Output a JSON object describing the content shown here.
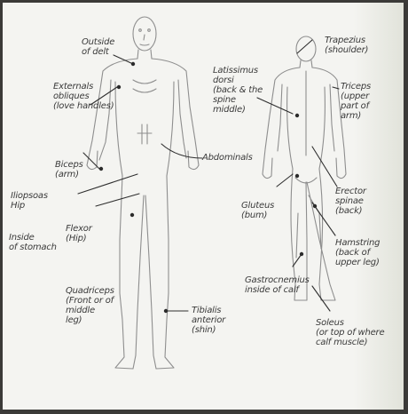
{
  "labels": {
    "outside_of_delt": "Outside\nof delt",
    "externals": "Externals\nobliques\n(love handles)",
    "biceps": "Biceps\n(arm)",
    "iliopsoas": "Iliopsoas\nHip",
    "inside_of_stomach": "Inside\nof stomach",
    "flexor_hip": "Flexor\n(Hip)",
    "quadriceps": "Quadriceps\n(Front or of\nmiddle\nleg)",
    "tibialis": "Tibialis\nanterior\n(shin)",
    "abdominals": "Abdominals",
    "trapezius": "Trapezius\n(shoulder)",
    "latissimus": "Latissimus\ndorsi\n(back & the\nspine\nmiddle)",
    "triceps": "Triceps\n(upper\npart of\narm)",
    "gluteus": "Gluteus\n(bum)",
    "erector": "Erector\nspinae\n(back)",
    "hamstring": "Hamstring\n(back of\nupper leg)",
    "gastrocnemius": "Gastrocnemius\ninside of calf",
    "soleus": "Soleus\n(or top of where\ncalf muscle)"
  },
  "icons": {
    "front_figure": "front-body-figure-icon",
    "back_figure": "back-body-figure-icon"
  },
  "colors": {
    "paper": "#f4f4f1",
    "pencil": "#3a3a3a",
    "body_outline": "#8e8e8e"
  }
}
